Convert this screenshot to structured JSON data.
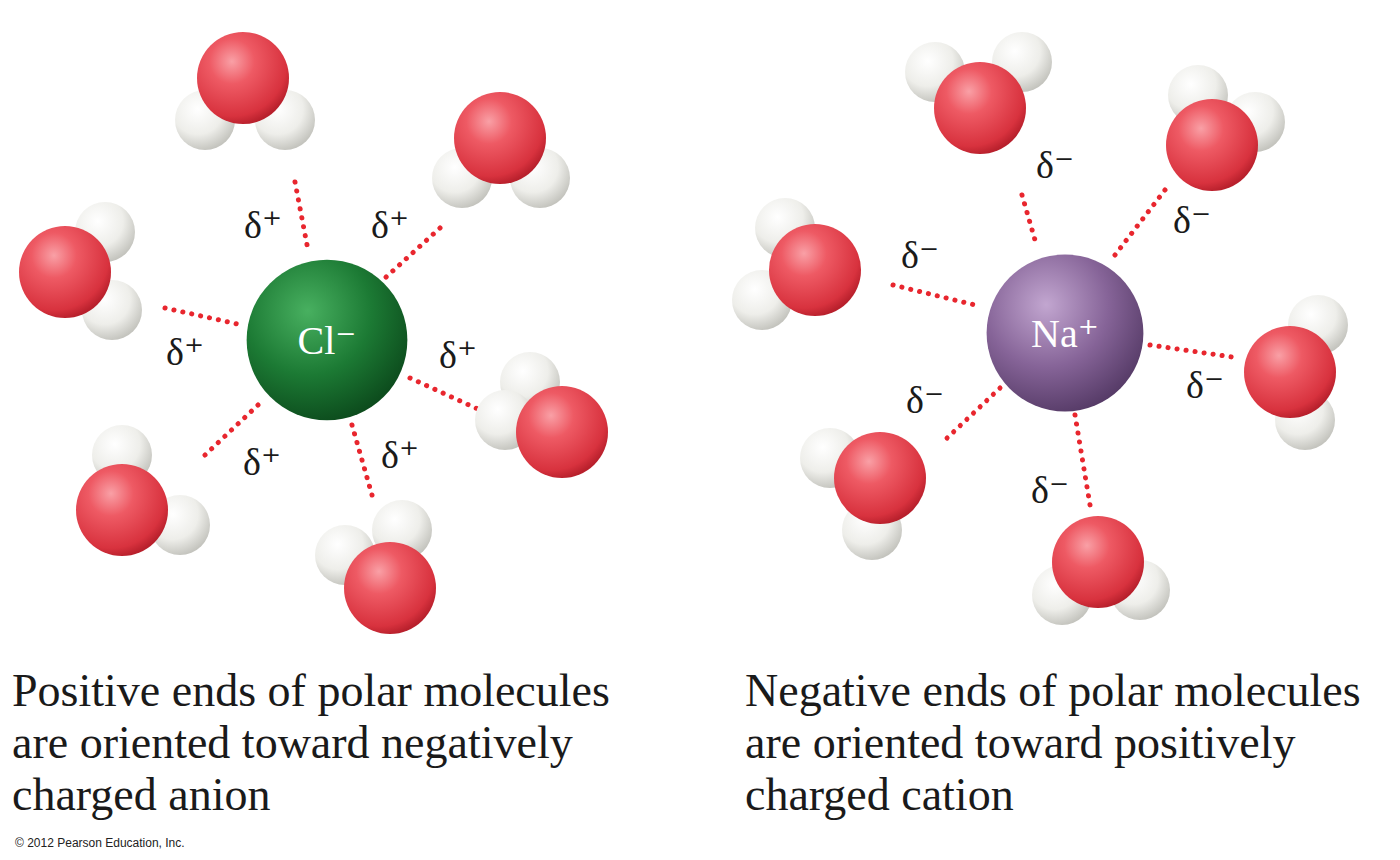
{
  "diagram": {
    "nodes": [
      {
        "text": [
          "Cl⁻"
        ]
      },
      {
        "text": [
          "Na⁺"
        ]
      }
    ],
    "labels": [
      "δ⁺",
      "δ⁺",
      "δ⁺",
      "δ⁺",
      "δ⁺",
      "δ⁺",
      "δ⁻",
      "δ⁻",
      "δ⁻",
      "δ⁻",
      "δ⁻",
      "δ⁻",
      "Positive ends of polar molecules are oriented toward negatively charged anion",
      "Negative ends of polar molecules are oriented toward positively charged cation",
      "© 2012 Pearson Education, Inc."
    ]
  }
}
